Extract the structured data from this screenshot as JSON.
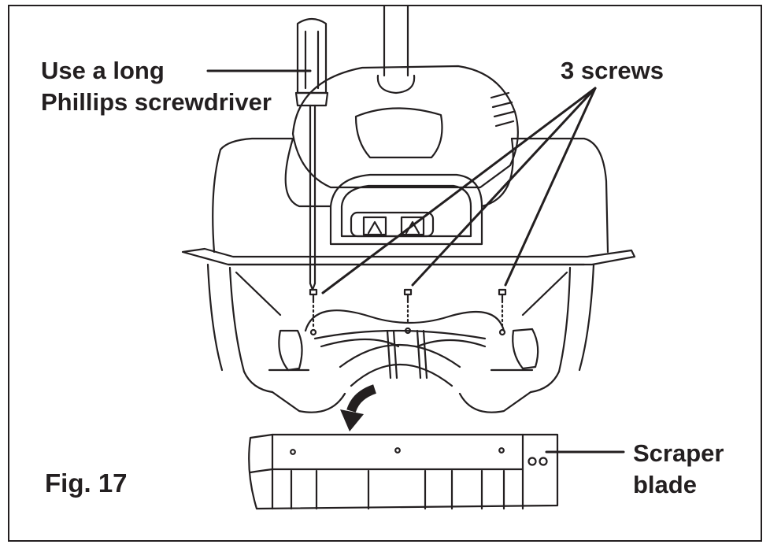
{
  "labels": {
    "screwdriver_line1": "Use a long",
    "screwdriver_line2": "Phillips screwdriver",
    "screws": "3 screws",
    "scraper_line1": "Scraper",
    "scraper_line2": "blade",
    "figure": "Fig. 17"
  },
  "colors": {
    "ink": "#231f20",
    "background": "#ffffff"
  }
}
